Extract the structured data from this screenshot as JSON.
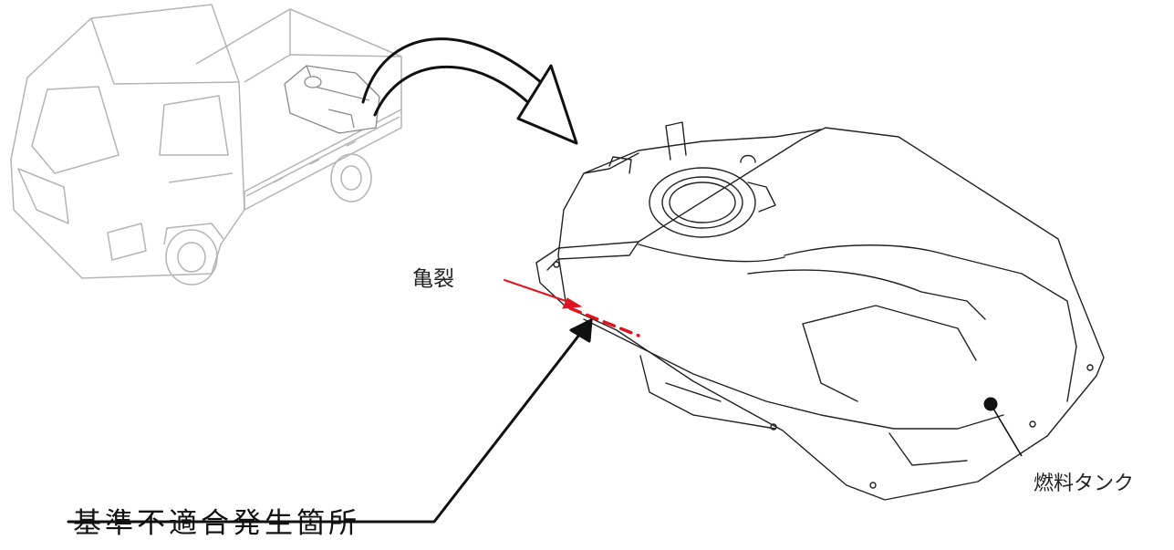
{
  "labels": {
    "crack": "亀裂",
    "fuel_tank": "燃料タンク",
    "nonconformity_location": "基準不適合発生箇所"
  },
  "colors": {
    "crack_marker": "#e0141e",
    "line_art": "#222222",
    "faded_truck": "#b4b4b4"
  },
  "icons": {
    "truck": "kei-truck-drawing",
    "tank": "fuel-tank-drawing",
    "transfer_arrow": "curved-arrow"
  }
}
